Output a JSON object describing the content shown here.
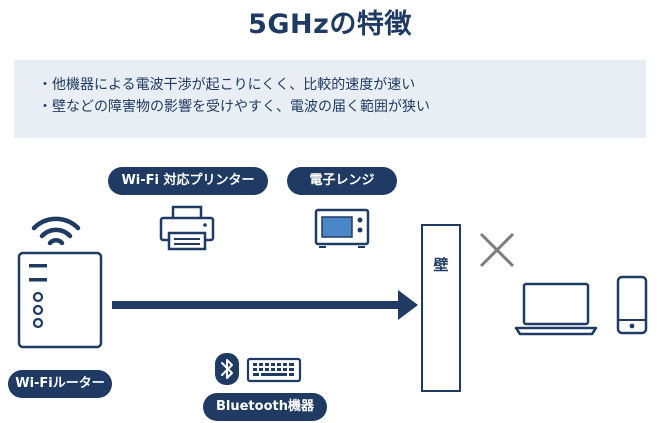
{
  "title": "5GHzの特徴",
  "features": [
    "他機器による電波干渉が起こりにくく、比較的速度が速い",
    "壁などの障害物の影響を受けやすく、電波の届く範囲が狭い"
  ],
  "labels": {
    "printer": "Wi-Fi 対応プリンター",
    "microwave": "電子レンジ",
    "router": "Wi-Fiルーター",
    "bluetooth": "Bluetooth機器",
    "wall": "壁"
  },
  "icons": [
    "wifi-signal-icon",
    "router-icon",
    "printer-icon",
    "microwave-icon",
    "bluetooth-icon",
    "keyboard-icon",
    "laptop-icon",
    "smartphone-icon",
    "cross-icon",
    "arrow-icon"
  ],
  "colors": {
    "primary": "#1f3b63",
    "box_bg": "#e8eef3",
    "cross": "#7d7d7d",
    "screen": "#4a86c8"
  }
}
